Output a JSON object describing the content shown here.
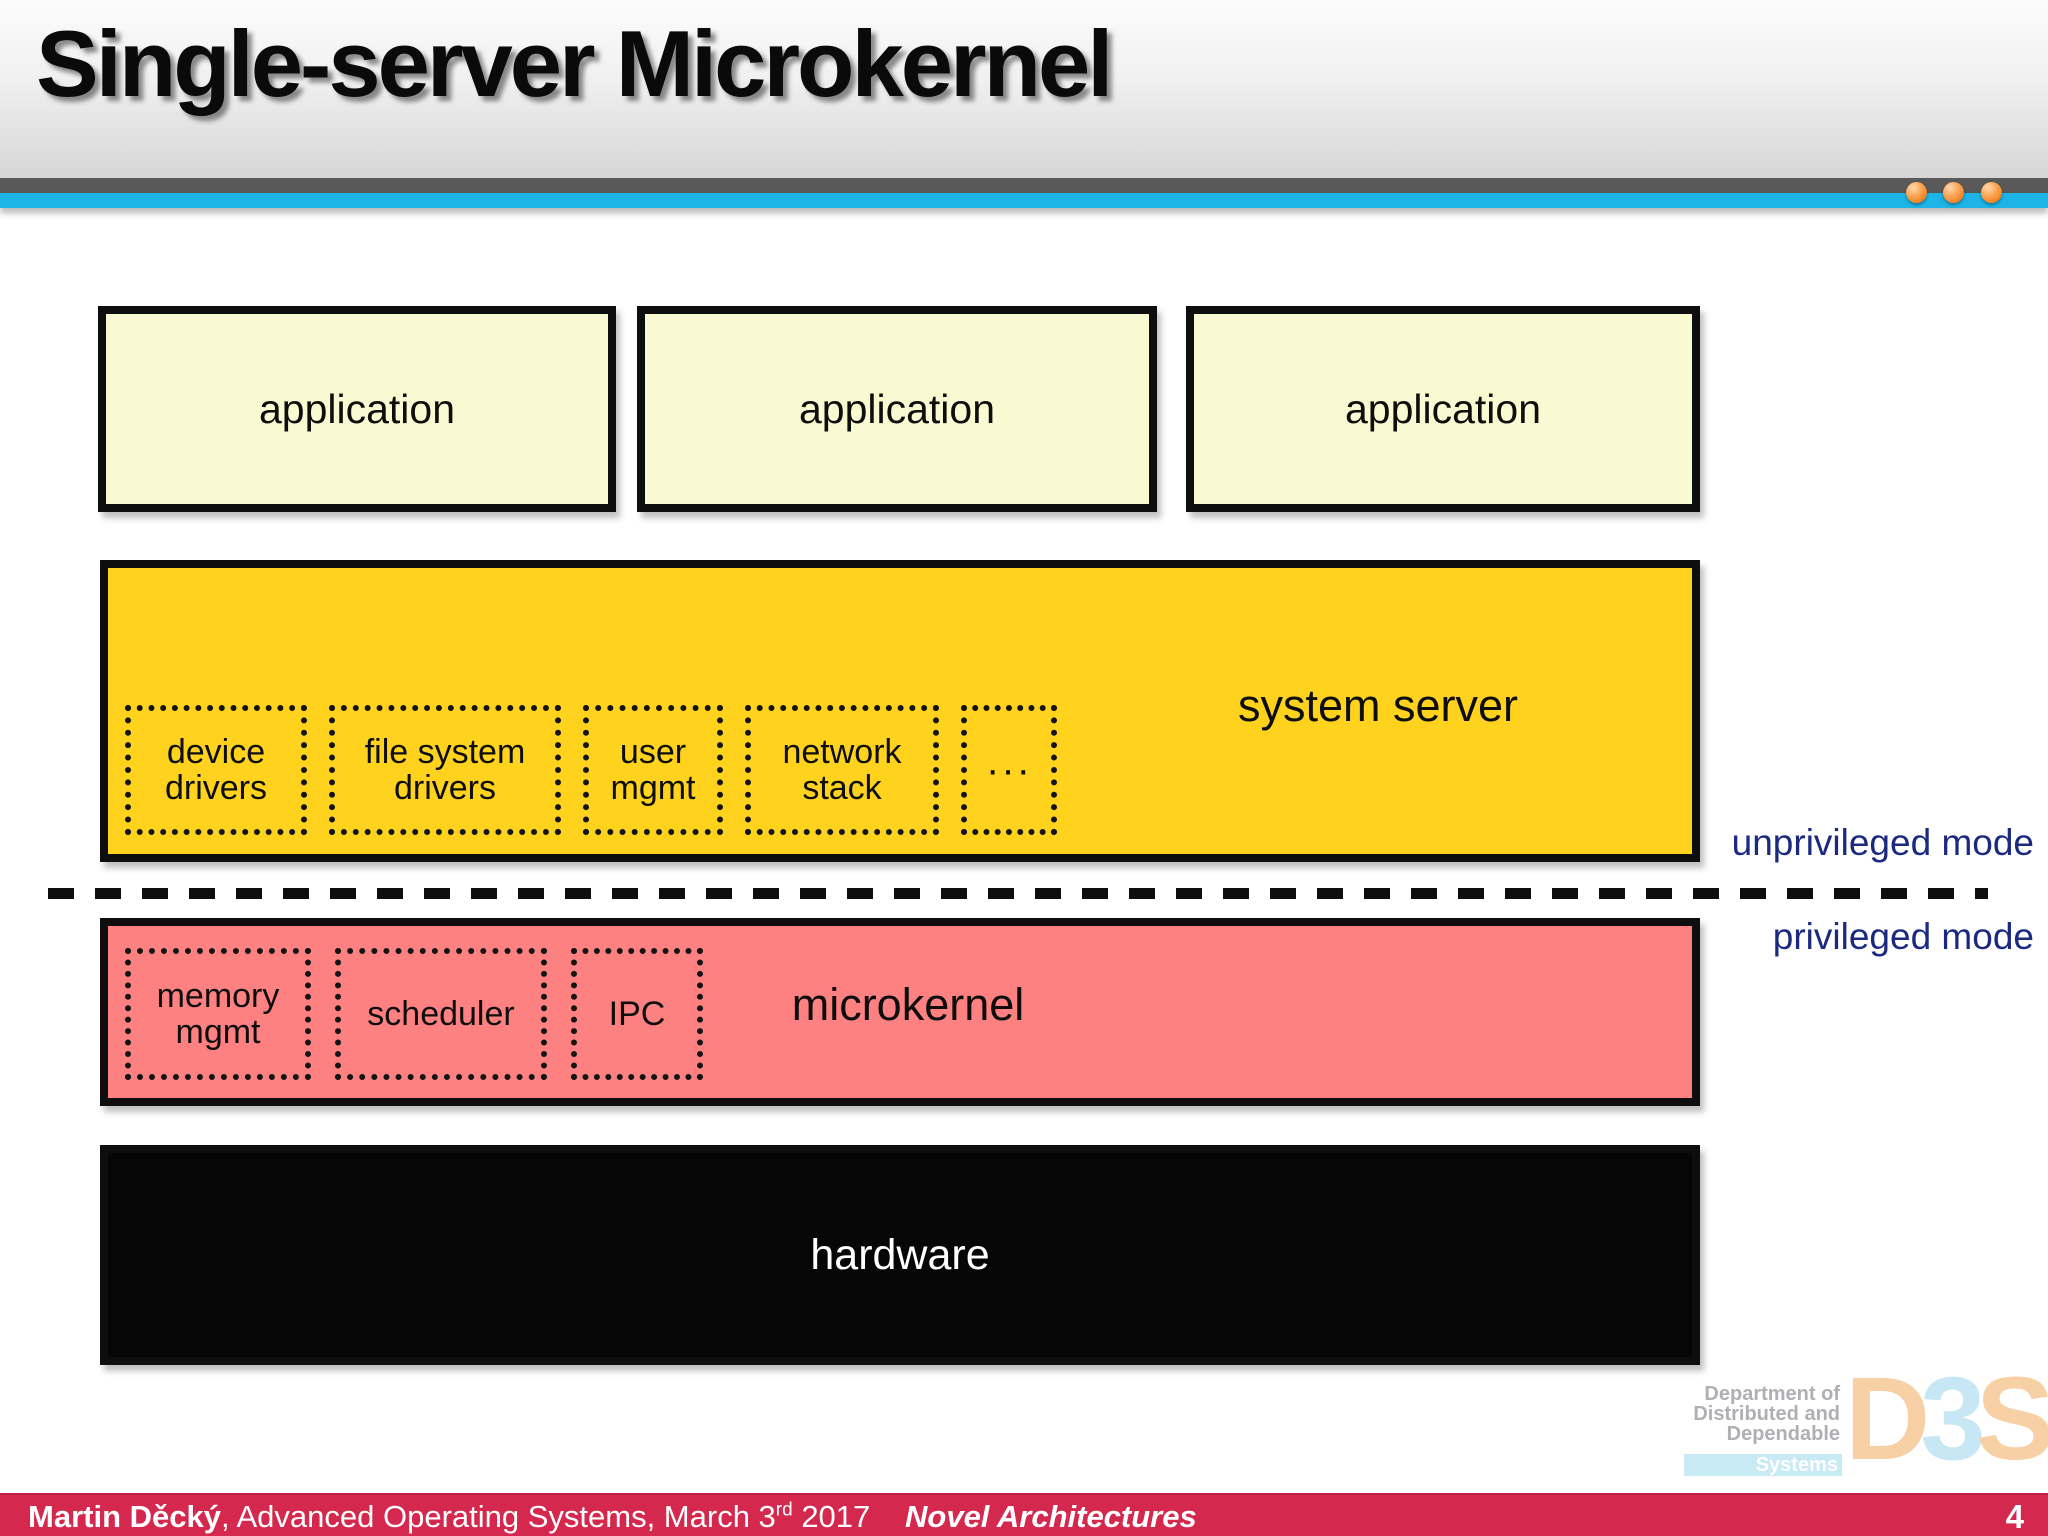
{
  "header": {
    "title": "Single-server Microkernel"
  },
  "diagram": {
    "applications": [
      "application",
      "application",
      "application"
    ],
    "system_server": {
      "label": "system server",
      "components": [
        "device drivers",
        "file system drivers",
        "user mgmt",
        "network stack",
        "···"
      ]
    },
    "modes": {
      "unprivileged": "unprivileged mode",
      "privileged": "privileged mode"
    },
    "microkernel": {
      "label": "microkernel",
      "components": [
        "memory mgmt",
        "scheduler",
        "IPC"
      ]
    },
    "hardware": {
      "label": "hardware"
    }
  },
  "logo": {
    "line1": "Department of",
    "line2": "Distributed and",
    "line3": "Dependable",
    "systems": "Systems",
    "letter_d": "D",
    "letter_3": "3",
    "letter_s": "S"
  },
  "footer": {
    "author": "Martin Děcký",
    "middle": ", Advanced Operating Systems, March 3",
    "ordinal": "rd",
    "year": " 2017",
    "course": "Novel Architectures",
    "page": "4"
  },
  "colors": {
    "application_fill": "#fafad2",
    "system_server_fill": "#ffd21e",
    "microkernel_fill": "#fd8181",
    "hardware_fill": "#060606",
    "accent_cyan": "#1fb4e8",
    "accent_dark_gray": "#595959",
    "mode_label_navy": "#1b2a80",
    "footer_red": "#d5284e",
    "ball_orange": "#ef7d1d",
    "logo_peach": "#f8cd9e",
    "logo_blue": "#c2e6f3"
  }
}
